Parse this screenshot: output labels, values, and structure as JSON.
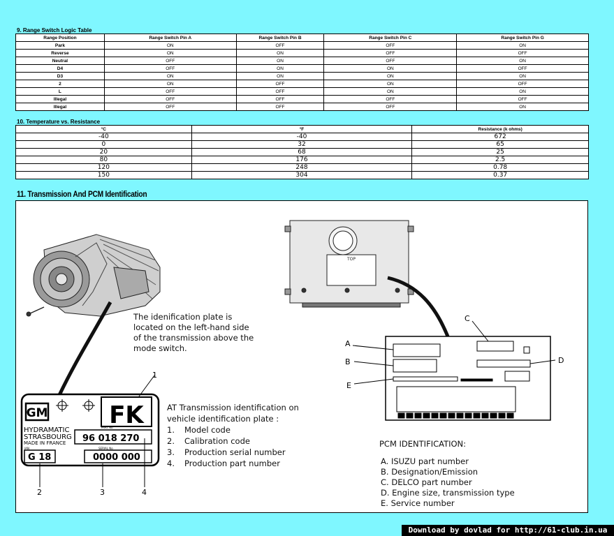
{
  "section9": {
    "title": "9. Range Switch Logic Table",
    "headers": [
      "Range Position",
      "Range Switch Pin A",
      "Range Switch Pin B",
      "Range Switch Pin C",
      "Range Switch Pin G"
    ],
    "rows": [
      [
        "Park",
        "ON",
        "OFF",
        "OFF",
        "ON"
      ],
      [
        "Reverse",
        "ON",
        "ON",
        "OFF",
        "OFF"
      ],
      [
        "Neutral",
        "OFF",
        "ON",
        "OFF",
        "ON"
      ],
      [
        "D4",
        "OFF",
        "ON",
        "ON",
        "OFF"
      ],
      [
        "D3",
        "ON",
        "ON",
        "ON",
        "ON"
      ],
      [
        "2",
        "ON",
        "OFF",
        "ON",
        "OFF"
      ],
      [
        "L",
        "OFF",
        "OFF",
        "ON",
        "ON"
      ],
      [
        "Illegal",
        "OFF",
        "OFF",
        "OFF",
        "OFF"
      ],
      [
        "Illegal",
        "OFF",
        "OFF",
        "OFF",
        "ON"
      ]
    ]
  },
  "section10": {
    "title": "10. Temperature vs. Resistance",
    "headers": [
      "°C",
      "°F",
      "Resistance (k ohms)"
    ],
    "rows": [
      [
        "-40",
        "-40",
        "672"
      ],
      [
        "0",
        "32",
        "65"
      ],
      [
        "20",
        "68",
        "25"
      ],
      [
        "80",
        "176",
        "2.5"
      ],
      [
        "120",
        "248",
        "0.78"
      ],
      [
        "150",
        "304",
        "0.37"
      ]
    ]
  },
  "section11": {
    "title": "11. Transmission And PCM Identification",
    "plate_location_text": [
      "The idenification plate is",
      "located on the left-hand side",
      "of the transmission above the",
      "mode switch."
    ],
    "at_ident_title": [
      "AT Transmission identification on",
      "vehicle identification plate :"
    ],
    "at_ident_items": [
      {
        "num": "1.",
        "text": "Model code"
      },
      {
        "num": "2.",
        "text": "Calibration code"
      },
      {
        "num": "3.",
        "text": "Production serial number"
      },
      {
        "num": "4.",
        "text": "Production part number"
      }
    ],
    "plate": {
      "logo": "GM",
      "model_code": "FK",
      "maker_lines": [
        "HYDRAMATIC",
        "STRASBOURG",
        "MADE IN FRANCE"
      ],
      "part_no_label": "PART No",
      "part_no": "96 018 270",
      "calib_label": "JAN",
      "calib": "G 18",
      "serial_label": "SERIAL No",
      "serial": "0000 000"
    },
    "callouts": [
      "1",
      "2",
      "3",
      "4"
    ],
    "pcm_top_label": "TOP",
    "pcm_letters": [
      "A",
      "B",
      "C",
      "D",
      "E"
    ],
    "pcm_title": "PCM IDENTIFICATION:",
    "pcm_items": [
      "A. ISUZU part number",
      "B. Designation/Emission",
      "C. DELCO part number",
      "D. Engine size, transmission type",
      "E. Service  number"
    ]
  },
  "footer": {
    "banner": "Download by dovlad for http://61-club.in.ua"
  }
}
